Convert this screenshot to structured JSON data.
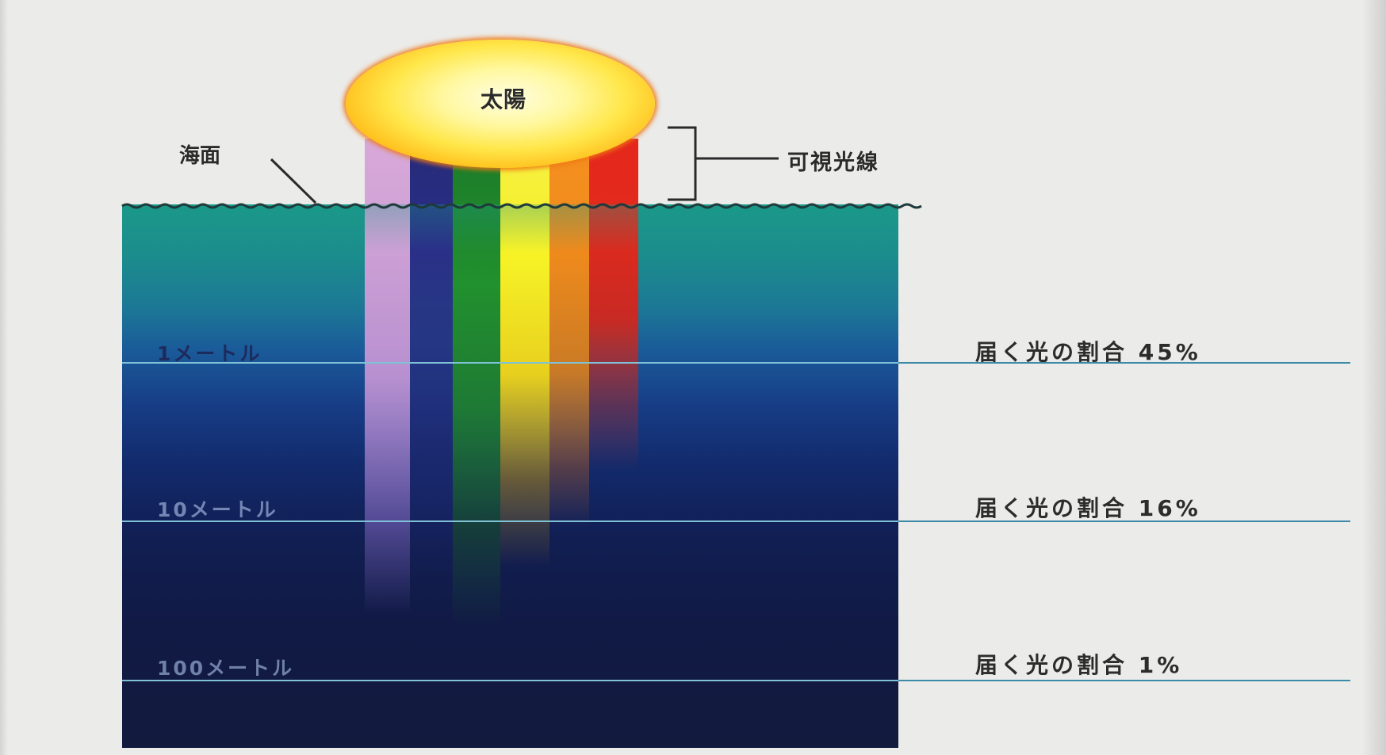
{
  "diagram": {
    "sun_label": "太陽",
    "sea_surface_label": "海面",
    "visible_light_label": "可視光線",
    "side_label": "",
    "depth_markers": [
      {
        "depth_label": "1メートル",
        "ratio_label": "届く光の割合 45%",
        "ratio_percent": 45
      },
      {
        "depth_label": "10メートル",
        "ratio_label": "届く光の割合 16%",
        "ratio_percent": 16
      },
      {
        "depth_label": "100メートル",
        "ratio_label": "届く光の割合 1%",
        "ratio_percent": 1
      }
    ],
    "colors": {
      "ray_violet": "#d8a8d8",
      "ray_indigo": "#262a78",
      "ray_green": "#21902e",
      "ray_yellow": "#f6f226",
      "ray_orange": "#f59020",
      "ray_red": "#e22a1c",
      "sea_surface": "#1b9889",
      "deep_sea": "#121a3e"
    }
  }
}
